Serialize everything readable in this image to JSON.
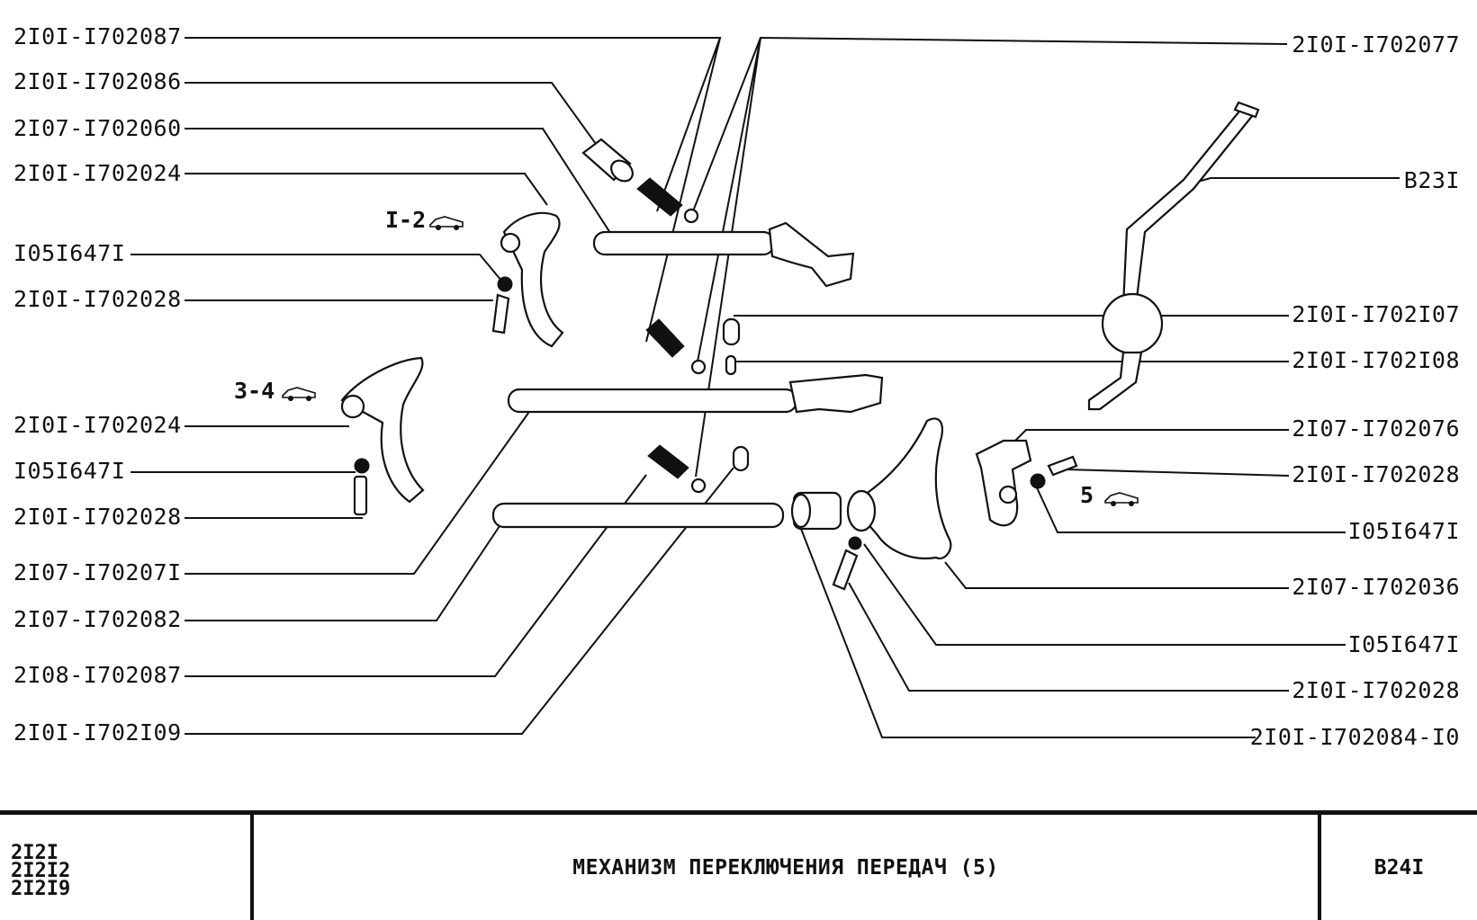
{
  "labels": {
    "l1": "2I0I-I702087",
    "l2": "2I0I-I702086",
    "l3": "2I07-I702060",
    "l4": "2I0I-I702024",
    "l5": "I05I647I",
    "l6": "2I0I-I702028",
    "l7": "2I0I-I702024",
    "l8": "I05I647I",
    "l9": "2I0I-I702028",
    "l10": "2I07-I70207I",
    "l11": "2I07-I702082",
    "l12": "2I08-I702087",
    "l13": "2I0I-I702I09",
    "r1": "2I0I-I702077",
    "r2": "B23I",
    "r3": "2I0I-I702I07",
    "r4": "2I0I-I702I08",
    "r5": "2I07-I702076",
    "r6": "2I0I-I702028",
    "r7": "I05I647I",
    "r8": "2I07-I702036",
    "r9": "I05I647I",
    "r10": "2I0I-I702028",
    "r11": "2I0I-I702084-I0"
  },
  "notes": {
    "gear12": "I-2",
    "gear34": "3-4",
    "gear5": "5"
  },
  "title_block": {
    "models": [
      "2I2I",
      "2I2I2",
      "2I2I9"
    ],
    "title": "МЕХАНИЗМ ПЕРЕКЛЮЧЕНИЯ ПЕРЕДАЧ (5)",
    "page": "B24I"
  },
  "icons": [
    "car-icon"
  ],
  "colors": {
    "ink": "#111111",
    "paper": "#ffffff"
  }
}
